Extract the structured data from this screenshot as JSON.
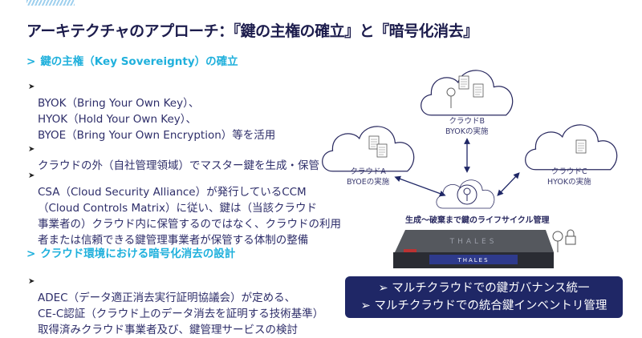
{
  "title": "アーキテクチャのアプローチ：『鍵の主権の確立』と『暗号化消去』",
  "sections": [
    {
      "heading": "鍵の主権（Key Sovereignty）の確立",
      "bullets": [
        [
          "BYOK（Bring Your Own Key）、",
          "HYOK（Hold Your Own Key）、",
          "BYOE（Bring Your Own Encryption）等を活用"
        ],
        [
          "クラウドの外（自社管理領域）でマスター鍵を生成・保管"
        ],
        [
          "CSA（Cloud Security Alliance）が発行しているCCM",
          "（Cloud Controls Matrix）に従い、鍵は（当該クラウド",
          "事業者の）クラウド内に保管するのではなく、クラウドの利用",
          "者または信頼できる鍵管理事業者が保管する体制の整備"
        ]
      ]
    },
    {
      "heading": "クラウド環境における暗号化消去の設計",
      "bullets": [
        [
          "ADEC（データ適正消去実行証明協議会）が定める、",
          "CE-C認証（クラウド上のデータ消去を証明する技術基準）",
          "取得済みクラウド事業者及び、鍵管理サービスの検討"
        ]
      ]
    }
  ],
  "diagram": {
    "cloud_a": {
      "name": "クラウドA",
      "label": "BYOEの実施"
    },
    "cloud_b": {
      "name": "クラウドB",
      "label": "BYOKの実施"
    },
    "cloud_c": {
      "name": "クラウドC",
      "label": "HYOKの実施"
    },
    "lifecycle": "生成～破棄まで鍵のライフサイクル管理",
    "brand": "THALES"
  },
  "summary": [
    "マルチクラウドでの鍵ガバナンス統一",
    "マルチクラウドでの統合鍵インベントリ管理"
  ],
  "colors": {
    "navy": "#1f2766",
    "cyan": "#1fb0dc"
  }
}
